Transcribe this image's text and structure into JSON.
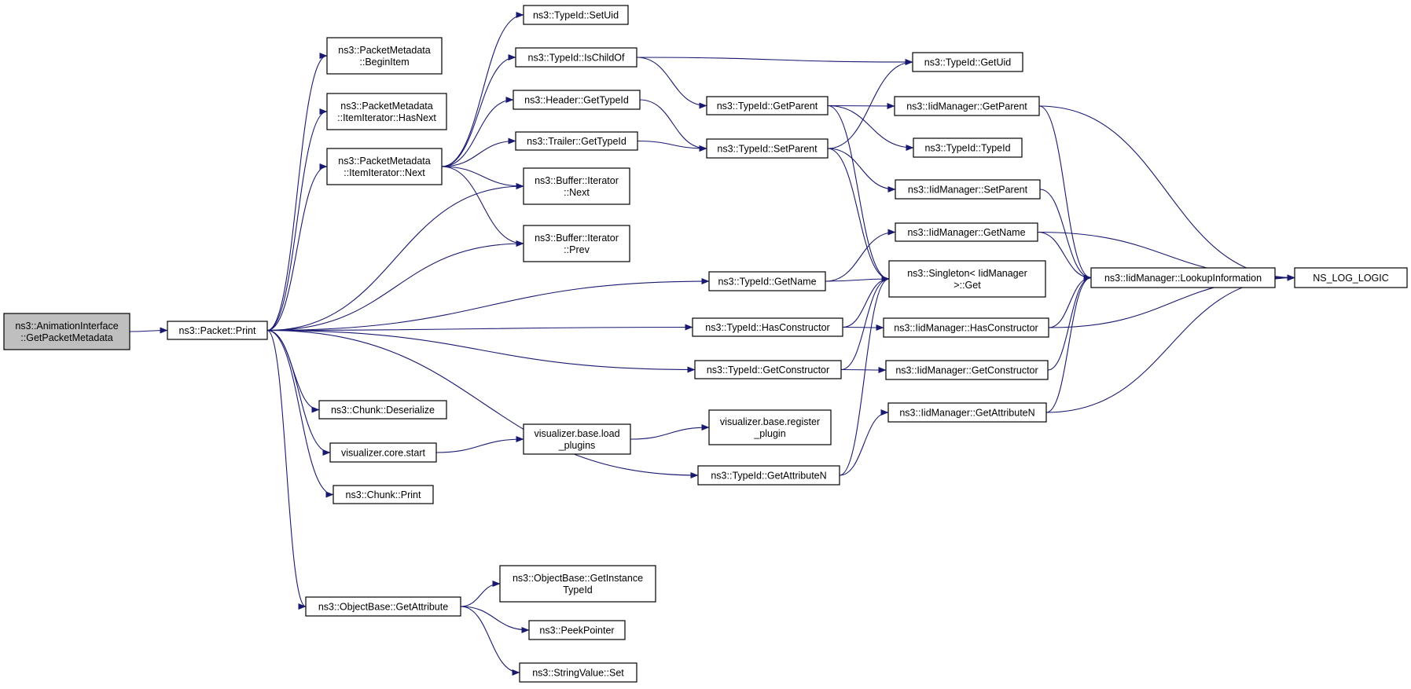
{
  "diagram": {
    "type": "call-graph",
    "colors": {
      "edge": "#191970",
      "root_fill": "#bfbfbf",
      "node_fill": "#ffffff",
      "border": "#000000"
    },
    "nodes": [
      {
        "id": "anim",
        "lines": [
          "ns3::AnimationInterface",
          "::GetPacketMetadata"
        ],
        "root": true
      },
      {
        "id": "print",
        "lines": [
          "ns3::Packet::Print"
        ]
      },
      {
        "id": "pm_begin",
        "lines": [
          "ns3::PacketMetadata",
          "::BeginItem"
        ]
      },
      {
        "id": "pm_hasnext",
        "lines": [
          "ns3::PacketMetadata",
          "::ItemIterator::HasNext"
        ]
      },
      {
        "id": "pm_next",
        "lines": [
          "ns3::PacketMetadata",
          "::ItemIterator::Next"
        ]
      },
      {
        "id": "chunk_deser",
        "lines": [
          "ns3::Chunk::Deserialize"
        ]
      },
      {
        "id": "viz_start",
        "lines": [
          "visualizer.core.start"
        ]
      },
      {
        "id": "chunk_print",
        "lines": [
          "ns3::Chunk::Print"
        ]
      },
      {
        "id": "ob_getattr",
        "lines": [
          "ns3::ObjectBase::GetAttribute"
        ]
      },
      {
        "id": "tid_setuid",
        "lines": [
          "ns3::TypeId::SetUid"
        ]
      },
      {
        "id": "tid_ischild",
        "lines": [
          "ns3::TypeId::IsChildOf"
        ]
      },
      {
        "id": "hdr_gettid",
        "lines": [
          "ns3::Header::GetTypeId"
        ]
      },
      {
        "id": "trl_gettid",
        "lines": [
          "ns3::Trailer::GetTypeId"
        ]
      },
      {
        "id": "buf_next",
        "lines": [
          "ns3::Buffer::Iterator",
          "::Next"
        ]
      },
      {
        "id": "buf_prev",
        "lines": [
          "ns3::Buffer::Iterator",
          "::Prev"
        ]
      },
      {
        "id": "viz_load",
        "lines": [
          "visualizer.base.load",
          "_plugins"
        ]
      },
      {
        "id": "ob_getinst",
        "lines": [
          "ns3::ObjectBase::GetInstance",
          "TypeId"
        ]
      },
      {
        "id": "peek",
        "lines": [
          "ns3::PeekPointer"
        ]
      },
      {
        "id": "strval_set",
        "lines": [
          "ns3::StringValue::Set"
        ]
      },
      {
        "id": "tid_getparent",
        "lines": [
          "ns3::TypeId::GetParent"
        ]
      },
      {
        "id": "tid_setparent",
        "lines": [
          "ns3::TypeId::SetParent"
        ]
      },
      {
        "id": "tid_getname",
        "lines": [
          "ns3::TypeId::GetName"
        ]
      },
      {
        "id": "tid_hasctor",
        "lines": [
          "ns3::TypeId::HasConstructor"
        ]
      },
      {
        "id": "tid_getctor",
        "lines": [
          "ns3::TypeId::GetConstructor"
        ]
      },
      {
        "id": "viz_register",
        "lines": [
          "visualizer.base.register",
          "_plugin"
        ]
      },
      {
        "id": "tid_getattrn",
        "lines": [
          "ns3::TypeId::GetAttributeN"
        ]
      },
      {
        "id": "tid_getuid",
        "lines": [
          "ns3::TypeId::GetUid"
        ]
      },
      {
        "id": "tid_typeid",
        "lines": [
          "ns3::TypeId::TypeId"
        ]
      },
      {
        "id": "singleton",
        "lines": [
          "ns3::Singleton< IidManager",
          " >::Get"
        ]
      },
      {
        "id": "iid_getparent",
        "lines": [
          "ns3::IidManager::GetParent"
        ]
      },
      {
        "id": "iid_setparent",
        "lines": [
          "ns3::IidManager::SetParent"
        ]
      },
      {
        "id": "iid_getname",
        "lines": [
          "ns3::IidManager::GetName"
        ]
      },
      {
        "id": "iid_hasctor",
        "lines": [
          "ns3::IidManager::HasConstructor"
        ]
      },
      {
        "id": "iid_getctor",
        "lines": [
          "ns3::IidManager::GetConstructor"
        ]
      },
      {
        "id": "iid_getattrn",
        "lines": [
          "ns3::IidManager::GetAttributeN"
        ]
      },
      {
        "id": "iid_lookup",
        "lines": [
          "ns3::IidManager::LookupInformation"
        ]
      },
      {
        "id": "ns_log",
        "lines": [
          "NS_LOG_LOGIC"
        ]
      }
    ],
    "edges": [
      [
        "anim",
        "print"
      ],
      [
        "print",
        "pm_begin"
      ],
      [
        "print",
        "pm_hasnext"
      ],
      [
        "print",
        "pm_next"
      ],
      [
        "print",
        "buf_next"
      ],
      [
        "print",
        "buf_prev"
      ],
      [
        "print",
        "tid_getname"
      ],
      [
        "print",
        "tid_hasctor"
      ],
      [
        "print",
        "tid_getctor"
      ],
      [
        "print",
        "chunk_deser"
      ],
      [
        "print",
        "viz_start"
      ],
      [
        "print",
        "chunk_print"
      ],
      [
        "print",
        "tid_getattrn"
      ],
      [
        "print",
        "ob_getattr"
      ],
      [
        "pm_next",
        "tid_setuid"
      ],
      [
        "pm_next",
        "tid_ischild"
      ],
      [
        "pm_next",
        "hdr_gettid"
      ],
      [
        "pm_next",
        "trl_gettid"
      ],
      [
        "pm_next",
        "buf_next"
      ],
      [
        "pm_next",
        "buf_prev"
      ],
      [
        "tid_ischild",
        "tid_getuid"
      ],
      [
        "tid_ischild",
        "tid_getparent"
      ],
      [
        "hdr_gettid",
        "tid_setparent"
      ],
      [
        "trl_gettid",
        "tid_setparent"
      ],
      [
        "tid_getparent",
        "iid_getparent"
      ],
      [
        "tid_getparent",
        "tid_typeid"
      ],
      [
        "tid_getparent",
        "singleton"
      ],
      [
        "tid_setparent",
        "tid_getuid"
      ],
      [
        "tid_setparent",
        "iid_setparent"
      ],
      [
        "tid_setparent",
        "singleton"
      ],
      [
        "tid_getname",
        "iid_getname"
      ],
      [
        "tid_getname",
        "singleton"
      ],
      [
        "tid_hasctor",
        "singleton"
      ],
      [
        "tid_hasctor",
        "iid_hasctor"
      ],
      [
        "tid_getctor",
        "singleton"
      ],
      [
        "tid_getctor",
        "iid_getctor"
      ],
      [
        "tid_getattrn",
        "singleton"
      ],
      [
        "tid_getattrn",
        "iid_getattrn"
      ],
      [
        "viz_start",
        "viz_load"
      ],
      [
        "viz_load",
        "viz_register"
      ],
      [
        "ob_getattr",
        "ob_getinst"
      ],
      [
        "ob_getattr",
        "peek"
      ],
      [
        "ob_getattr",
        "strval_set"
      ],
      [
        "iid_getparent",
        "iid_lookup"
      ],
      [
        "iid_getparent",
        "ns_log"
      ],
      [
        "iid_setparent",
        "iid_lookup"
      ],
      [
        "iid_getname",
        "iid_lookup"
      ],
      [
        "iid_getname",
        "ns_log"
      ],
      [
        "iid_hasctor",
        "iid_lookup"
      ],
      [
        "iid_hasctor",
        "ns_log"
      ],
      [
        "iid_getctor",
        "iid_lookup"
      ],
      [
        "iid_getattrn",
        "iid_lookup"
      ],
      [
        "iid_getattrn",
        "ns_log"
      ],
      [
        "iid_lookup",
        "ns_log"
      ]
    ]
  }
}
